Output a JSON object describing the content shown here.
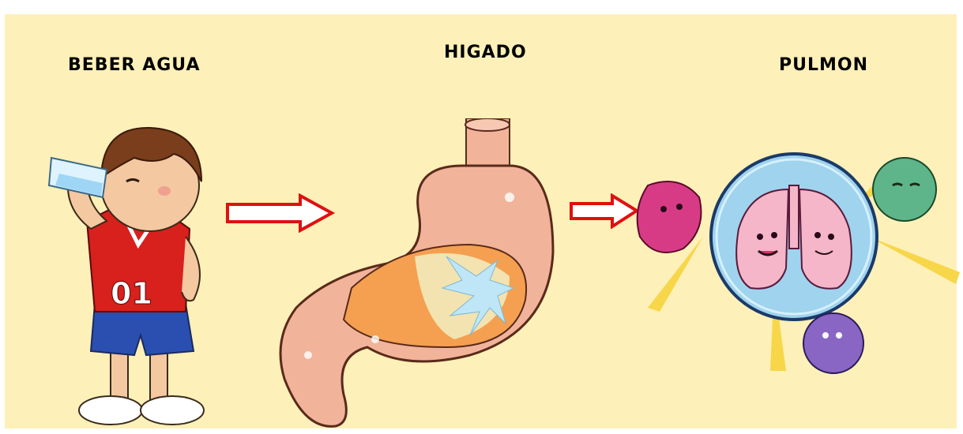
{
  "labels": {
    "step1": "BEBER  AGUA",
    "step2": "HIGADO",
    "step3": "PULMON"
  },
  "jersey_number": "01",
  "colors": {
    "background": "#fdf0b8",
    "arrow": "#e01010",
    "text": "#000000"
  },
  "illustrations": [
    "boy-drinking-water",
    "stomach-with-water",
    "lungs-with-germs"
  ]
}
